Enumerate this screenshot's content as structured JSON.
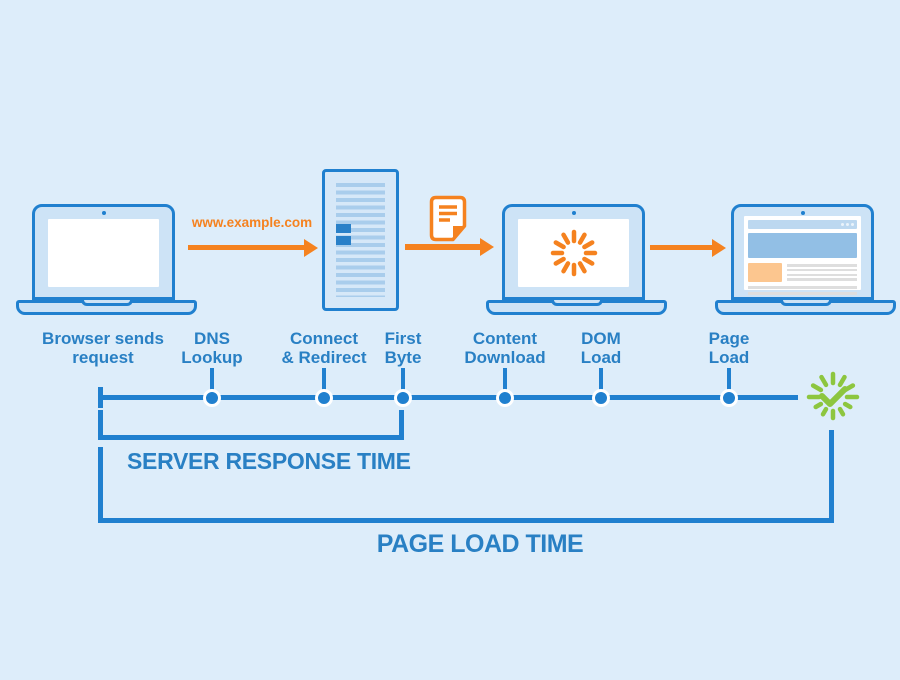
{
  "stages": [
    {
      "label": "Browser sends\nrequest"
    },
    {
      "label": "DNS\nLookup"
    },
    {
      "label": "Connect\n& Redirect"
    },
    {
      "label": "First\nByte"
    },
    {
      "label": "Content\nDownload"
    },
    {
      "label": "DOM\nLoad"
    },
    {
      "label": "Page\nLoad"
    }
  ],
  "request": {
    "url_label": "www.example.com"
  },
  "brackets": {
    "server_response": {
      "label": "SERVER RESPONSE TIME"
    },
    "page_load": {
      "label": "PAGE LOAD TIME"
    }
  },
  "icons": {
    "sender": "laptop-blank-screen-icon",
    "server": "server-icon",
    "document": "document-icon",
    "loading": "laptop-loading-spinner-icon",
    "loaded": "laptop-loaded-page-icon",
    "done": "finished-check-burst-icon"
  },
  "colors": {
    "background": "#ddedfa",
    "blue_stroke": "#2080cf",
    "blue_text": "#2980c4",
    "orange_accent": "#f5821f",
    "green_success": "#8dc63f",
    "laptop_fill": "#cde3f6"
  }
}
